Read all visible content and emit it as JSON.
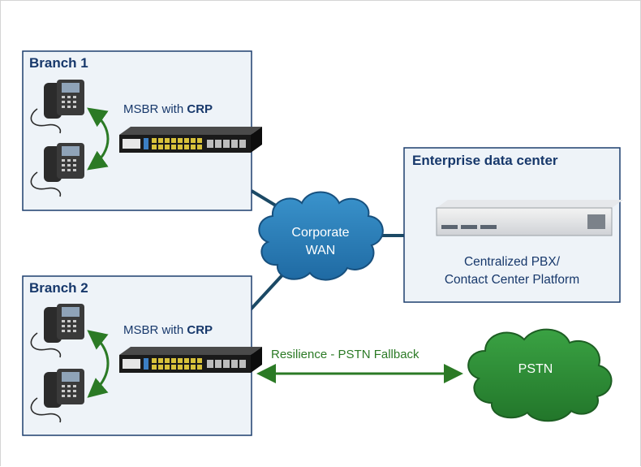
{
  "branch1": {
    "title": "Branch 1",
    "device_prefix": "MSBR with ",
    "device_bold": "CRP"
  },
  "branch2": {
    "title": "Branch 2",
    "device_prefix": "MSBR with ",
    "device_bold": "CRP"
  },
  "datacenter": {
    "title": "Enterprise data center",
    "caption_line1": "Centralized PBX/",
    "caption_line2": "Contact Center Platform"
  },
  "wan_cloud": {
    "line1": "Corporate",
    "line2": "WAN"
  },
  "pstn_cloud": {
    "label": "PSTN"
  },
  "fallback_link": {
    "label": "Resilience - PSTN Fallback"
  },
  "colors": {
    "box_border": "#1d3f6e",
    "box_fill": "#eef3f8",
    "wan_cloud": "#2a7cb4",
    "pstn_cloud": "#2e8b35",
    "link_line": "#1b4965",
    "green_arrow": "#2b7a25"
  }
}
